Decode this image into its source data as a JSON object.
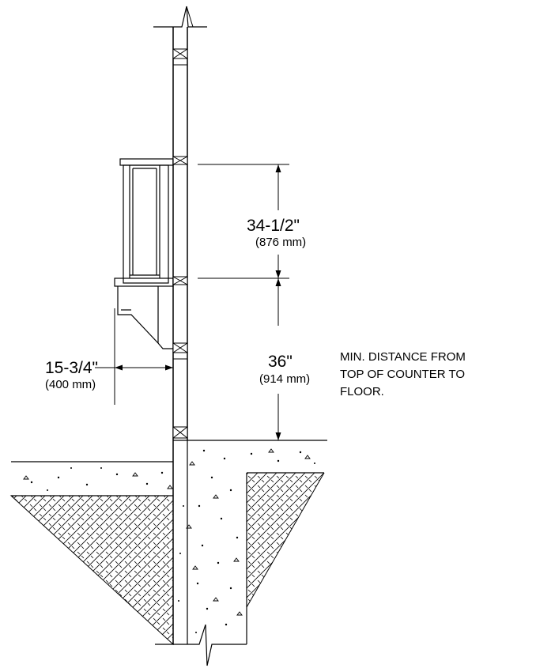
{
  "dimensions": {
    "upper": {
      "imperial": "34-1/2\"",
      "metric": "(876 mm)"
    },
    "counter": {
      "imperial": "36\"",
      "metric": "(914 mm)"
    },
    "offset": {
      "imperial": "15-3/4\"",
      "metric": "(400 mm)"
    }
  },
  "note": {
    "line1": "MIN. DISTANCE FROM",
    "line2": "TOP OF COUNTER TO",
    "line3": "FLOOR."
  }
}
